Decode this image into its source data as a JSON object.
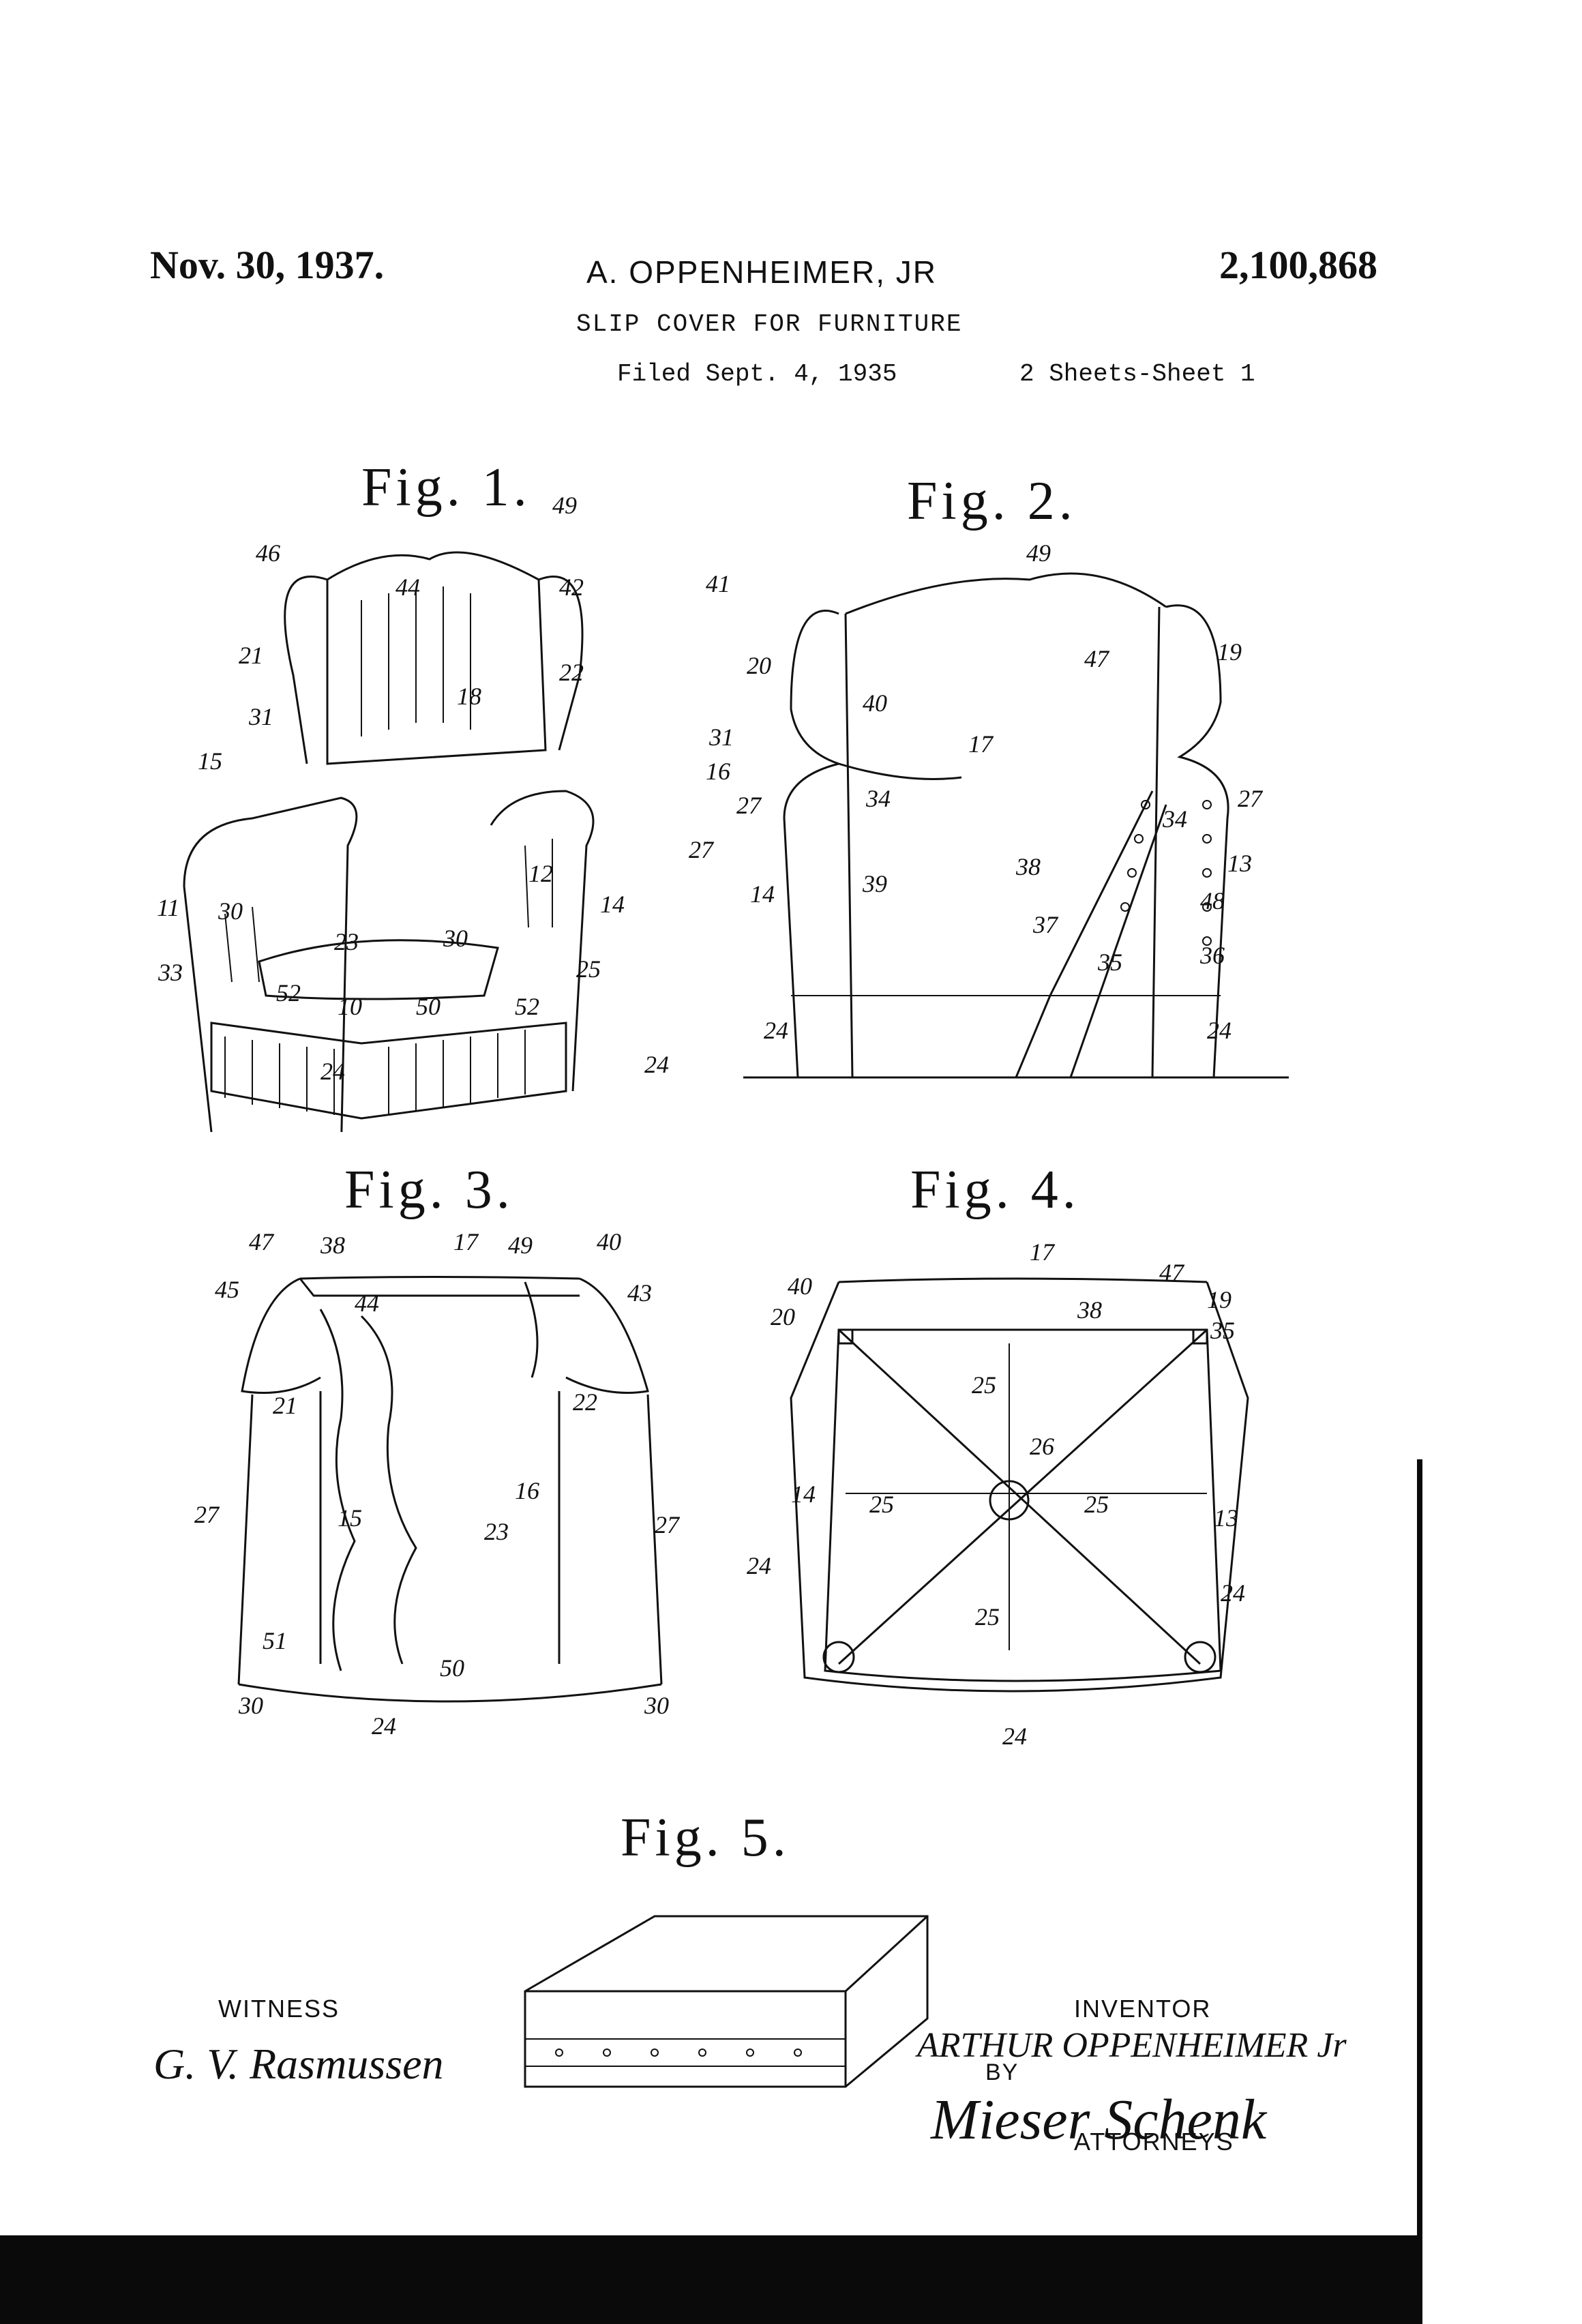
{
  "header": {
    "date": "Nov. 30, 1937.",
    "inventor_line": "A. OPPENHEIMER, JR",
    "patent_number": "2,100,868",
    "title": "SLIP COVER FOR FURNITURE",
    "filed": "Filed Sept. 4, 1935",
    "sheets": "2 Sheets-Sheet 1"
  },
  "figures": {
    "fig1": "Fig. 1.",
    "fig2": "Fig. 2.",
    "fig3": "Fig. 3.",
    "fig4": "Fig. 4.",
    "fig5": "Fig. 5."
  },
  "fig1_refs": [
    "49",
    "46",
    "44",
    "42",
    "41",
    "21",
    "22",
    "18",
    "31",
    "31",
    "16",
    "15",
    "27",
    "12",
    "14",
    "11",
    "30",
    "30",
    "23",
    "33",
    "52",
    "10",
    "50",
    "52",
    "25",
    "24",
    "24"
  ],
  "fig2_refs": [
    "49",
    "20",
    "47",
    "19",
    "40",
    "17",
    "27",
    "34",
    "34",
    "27",
    "14",
    "39",
    "38",
    "13",
    "48",
    "37",
    "35",
    "36",
    "24",
    "24"
  ],
  "fig3_refs": [
    "47",
    "38",
    "17",
    "49",
    "40",
    "45",
    "44",
    "43",
    "21",
    "22",
    "27",
    "15",
    "16",
    "27",
    "23",
    "51",
    "50",
    "30",
    "30",
    "24"
  ],
  "fig4_refs": [
    "17",
    "47",
    "40",
    "19",
    "38",
    "20",
    "35",
    "25",
    "26",
    "14",
    "25",
    "25",
    "13",
    "24",
    "24",
    "25",
    "24"
  ],
  "signatures": {
    "witness_label": "WITNESS",
    "witness_name": "G. V. Rasmussen",
    "inventor_label": "INVENTOR",
    "inventor_name": "ARTHUR OPPENHEIMER Jr",
    "by_label": "BY",
    "attorney_sig": "Mieser Schenk",
    "attorneys_label": "ATTORNEYS"
  }
}
